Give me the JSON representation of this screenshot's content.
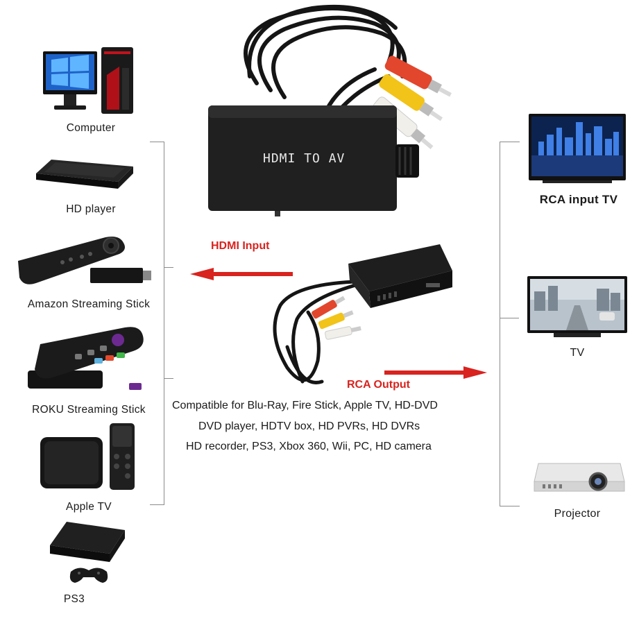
{
  "devices_left": [
    {
      "label": "Computer",
      "icon": "computer-icon"
    },
    {
      "label": "HD player",
      "icon": "hd-player-icon"
    },
    {
      "label": "Amazon Streaming Stick",
      "icon": "amazon-stick-icon"
    },
    {
      "label": "ROKU Streaming Stick",
      "icon": "roku-stick-icon"
    },
    {
      "label": "Apple TV",
      "icon": "apple-tv-icon"
    },
    {
      "label": "PS3",
      "icon": "ps3-icon"
    }
  ],
  "devices_right": [
    {
      "label": "RCA input TV",
      "icon": "rca-tv-icon"
    },
    {
      "label": "TV",
      "icon": "tv-icon"
    },
    {
      "label": "Projector",
      "icon": "projector-icon"
    }
  ],
  "converter": {
    "label": "HDMI TO AV"
  },
  "arrows": {
    "hdmi_input": "HDMI Input",
    "rca_output": "RCA Output"
  },
  "compatibility": [
    "Compatible for Blu-Ray, Fire Stick, Apple TV, HD-DVD",
    "DVD player, HDTV box, HD PVRs, HD DVRs",
    "HD recorder, PS3, Xbox 360, Wii, PC, HD camera"
  ],
  "colors": {
    "accent_red": "#d8231f",
    "device_black": "#151515",
    "roku_purple": "#6c2a91",
    "rca_red": "#e2462c",
    "rca_yellow": "#f2c318",
    "rca_white": "#f1efe9"
  }
}
